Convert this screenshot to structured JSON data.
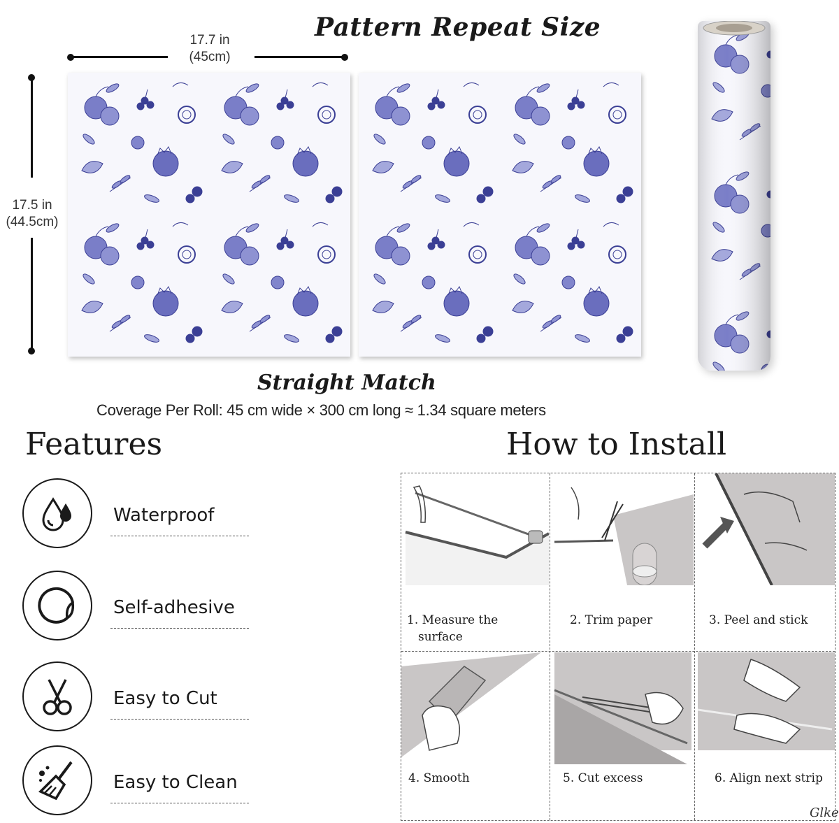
{
  "header": {
    "title": "Pattern Repeat Size",
    "width_in": "17.7 in",
    "width_cm": "(45cm)",
    "height_in": "17.5 in",
    "height_cm": "(44.5cm)"
  },
  "match": {
    "title": "Straight Match",
    "coverage": "Coverage Per Roll: 45 cm wide × 300 cm long ≈ 1.34 square meters"
  },
  "colors": {
    "pattern_blue": "#4a4fa8",
    "pattern_bg": "#f7f7fc",
    "illustration_gray": "#c9c6c6"
  },
  "features": {
    "title": "Features",
    "items": [
      {
        "label": "Waterproof",
        "icon": "water-drop-icon"
      },
      {
        "label": "Self-adhesive",
        "icon": "peel-sticker-icon"
      },
      {
        "label": "Easy to Cut",
        "icon": "scissors-icon"
      },
      {
        "label": "Easy to Clean",
        "icon": "broom-icon"
      }
    ]
  },
  "install": {
    "title": "How to Install",
    "steps": [
      {
        "line1": "1. Measure the",
        "line2": "surface"
      },
      {
        "line1": "2. Trim paper",
        "line2": ""
      },
      {
        "line1": "3. Peel and stick",
        "line2": ""
      },
      {
        "line1": "4. Smooth",
        "line2": ""
      },
      {
        "line1": "5. Cut excess",
        "line2": ""
      },
      {
        "line1": "6. Align next strip",
        "line2": ""
      }
    ]
  },
  "signature": "Glke"
}
